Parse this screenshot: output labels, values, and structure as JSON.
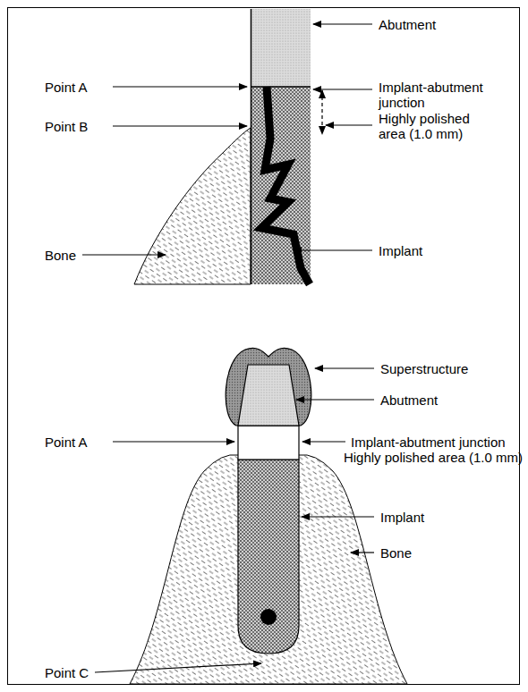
{
  "diagram": {
    "labels": [
      "Abutment",
      "Point A",
      "Implant-abutment junction",
      "Point B",
      "Highly polished area (1.0 mm)",
      "Implant",
      "Bone",
      "Superstructure",
      "Abutment",
      "Point A",
      "Implant-abutment junction",
      "Highly polished area (1.0 mm)",
      "Implant",
      "Bone",
      "Point C"
    ]
  }
}
